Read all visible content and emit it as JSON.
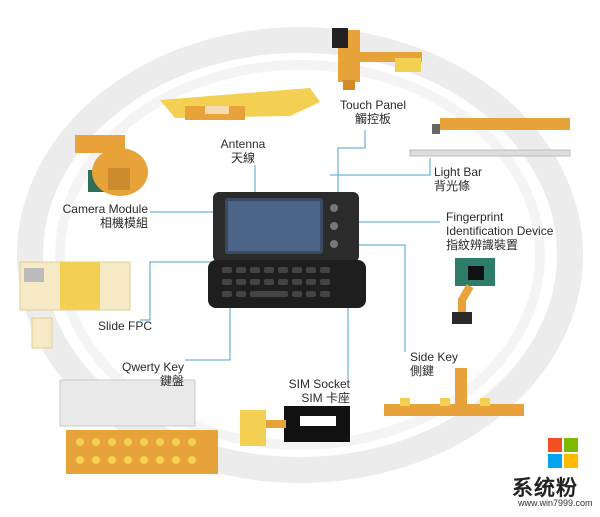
{
  "labels": {
    "touch_panel": {
      "en": "Touch Panel",
      "zh": "觸控板"
    },
    "antenna": {
      "en": "Antenna",
      "zh": "天線"
    },
    "light_bar": {
      "en": "Light Bar",
      "zh": "背光條"
    },
    "camera_module": {
      "en": "Camera Module",
      "zh": "相機模組"
    },
    "fingerprint": {
      "en_line1": "Fingerprint",
      "en_line2": "Identification Device",
      "zh": "指紋辨識裝置"
    },
    "slide_fpc": {
      "en": "Slide FPC"
    },
    "side_key": {
      "en": "Side Key",
      "zh": "側鍵"
    },
    "qwerty_key": {
      "en": "Qwerty Key",
      "zh": "鍵盤"
    },
    "sim_socket": {
      "en": "SIM Socket",
      "zh": "SIM 卡座"
    }
  },
  "watermark": {
    "brand": "系统粉",
    "url": "www.win7999.com",
    "colors": [
      "#f25022",
      "#7fba00",
      "#00a4ef",
      "#ffb900"
    ]
  },
  "colors": {
    "leader_line": "#4aa3c9",
    "fpc_orange": "#e8a23a",
    "fpc_yellow": "#f3cf52",
    "phone_body": "#2b2b2b"
  }
}
